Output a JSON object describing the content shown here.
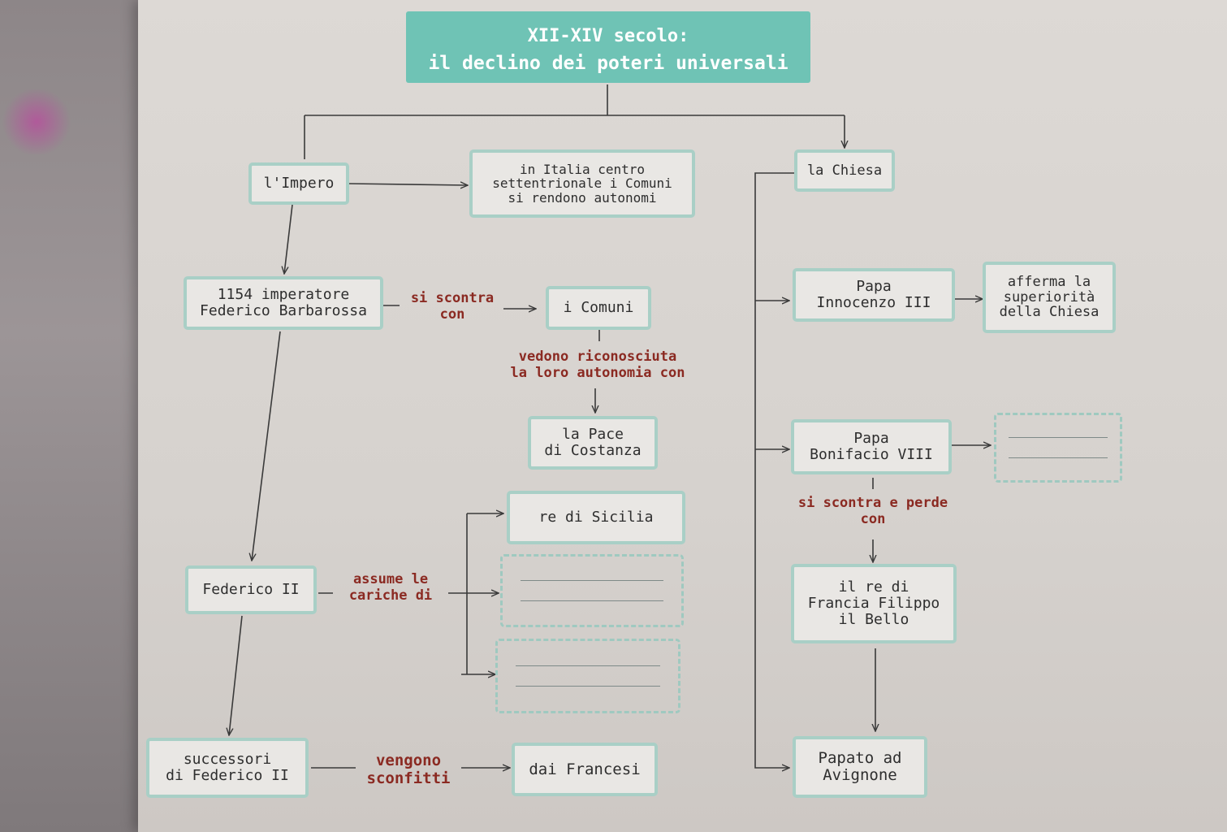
{
  "title": {
    "line1": "XII-XIV secolo:",
    "line2": "il declino dei poteri universali"
  },
  "nodes": {
    "impero": "l'Impero",
    "comuni_autonomi": [
      "in Italia centro",
      "settentrionale i Comuni",
      "si rendono autonomi"
    ],
    "chiesa": "la Chiesa",
    "barbarossa": [
      "1154 imperatore",
      "Federico Barbarossa"
    ],
    "comuni": "i Comuni",
    "pace": [
      "la Pace",
      "di Costanza"
    ],
    "innocenzo": [
      "Papa",
      "Innocenzo III"
    ],
    "afferma": [
      "afferma la",
      "superiorità",
      "della Chiesa"
    ],
    "bonifacio": [
      "Papa",
      "Bonifacio VIII"
    ],
    "re_sicilia": "re di Sicilia",
    "federico_ii": "Federico II",
    "re_francia": [
      "il re di",
      "Francia Filippo",
      "il Bello"
    ],
    "successori": [
      "successori",
      "di Federico II"
    ],
    "francesi": "dai Francesi",
    "avignone": [
      "Papato ad",
      "Avignone"
    ]
  },
  "relations": {
    "si_scontra": [
      "si scontra",
      "con"
    ],
    "vedono": [
      "vedono riconosciuta",
      "la loro autonomia con"
    ],
    "assume": [
      "assume le",
      "cariche di"
    ],
    "si_scontra_perde": [
      "si scontra e perde",
      "con"
    ],
    "vengono": [
      "vengono",
      "sconfitti"
    ]
  },
  "colors": {
    "title_bg": "#6fc3b5",
    "box_border": "#a9cfc6",
    "relation_text": "#8b2a22"
  }
}
